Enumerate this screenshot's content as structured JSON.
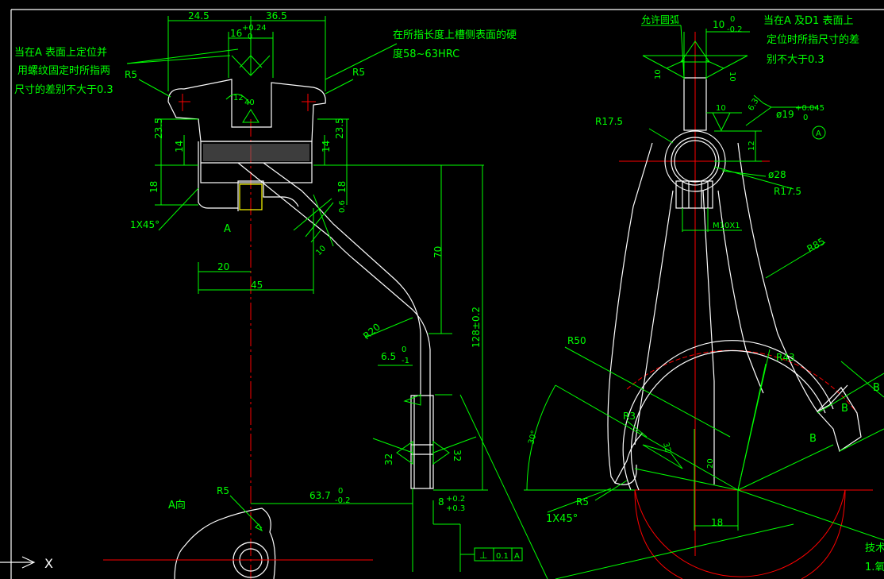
{
  "colors": {
    "background": "#000000",
    "dimension": "#00ff00",
    "outline": "#ffffff",
    "centerline": "#ff0000",
    "highlight": "#ffff00"
  },
  "notes": {
    "locate_left": [
      "当在A 表面上定位并",
      "用螺纹固定时所指两",
      "尺寸的差别不大于0.3"
    ],
    "hardness": [
      "在所指长度上槽侧表面的硬",
      "度58~63HRC"
    ],
    "locate_right": [
      "当在A 及D1 表面上",
      "定位时所指尺寸的差",
      "别不大于0.3"
    ],
    "allow_arc": "允许圆弧",
    "view_a": "A向",
    "tech": [
      "技术",
      "1.氧"
    ],
    "arrow_a": "A",
    "axis_x": "X"
  },
  "dims": {
    "d24_5": "24.5",
    "d36_5": "36.5",
    "d16": "16",
    "d16_up": "+0.24",
    "d16_low": "0",
    "r5_a": "R5",
    "r5_b": "R5",
    "r5_c": "R5",
    "r5_d": "R5",
    "d23_5_a": "23.5",
    "d23_5_b": "23.5",
    "d14_a": "14",
    "d14_b": "14",
    "d18_a": "18",
    "d18_b": "18",
    "d12": "12",
    "d40": "40",
    "d1x45_a": "1X45°",
    "d20": "20",
    "d45": "45",
    "d06": "0.6",
    "d10_left": "10",
    "d70": "70",
    "d128": "128±0.2",
    "r20": "R20",
    "d6_5": "6.5",
    "d6_5_up": "0",
    "d6_5_low": "-1",
    "d63_7": "63.7",
    "d63_7_up": "0",
    "d63_7_low": "-0.2",
    "d8": "8",
    "d8_up": "+0.2",
    "d8_low": "+0.3",
    "d32_a": "32",
    "d32_b": "32",
    "d32_c": "32",
    "tol_sym": "⊥",
    "tol_val": "0.1",
    "tol_ref": "A",
    "d10_r": "10",
    "d10_r_up": "0",
    "d10_r_low": "-0.2",
    "d10_v1": "10",
    "d10_v2": "10",
    "d10_sr": "10",
    "d6_3": "6.3",
    "d19": "ø19",
    "d19_up": "+0.045",
    "d19_low": "0",
    "datum_a": "A",
    "r17_5_a": "R17.5",
    "r17_5_b": "R17.5",
    "d28": "ø28",
    "d12_r": "12",
    "m10": "M10X1",
    "r85": "R85",
    "r50": "R50",
    "r43": "R43",
    "r3": "R3",
    "d30": "30°",
    "d20_r": "20",
    "d18_r": "18",
    "d1x45_b": "1X45°",
    "b1": "B",
    "b2": "B",
    "b3": "B"
  }
}
